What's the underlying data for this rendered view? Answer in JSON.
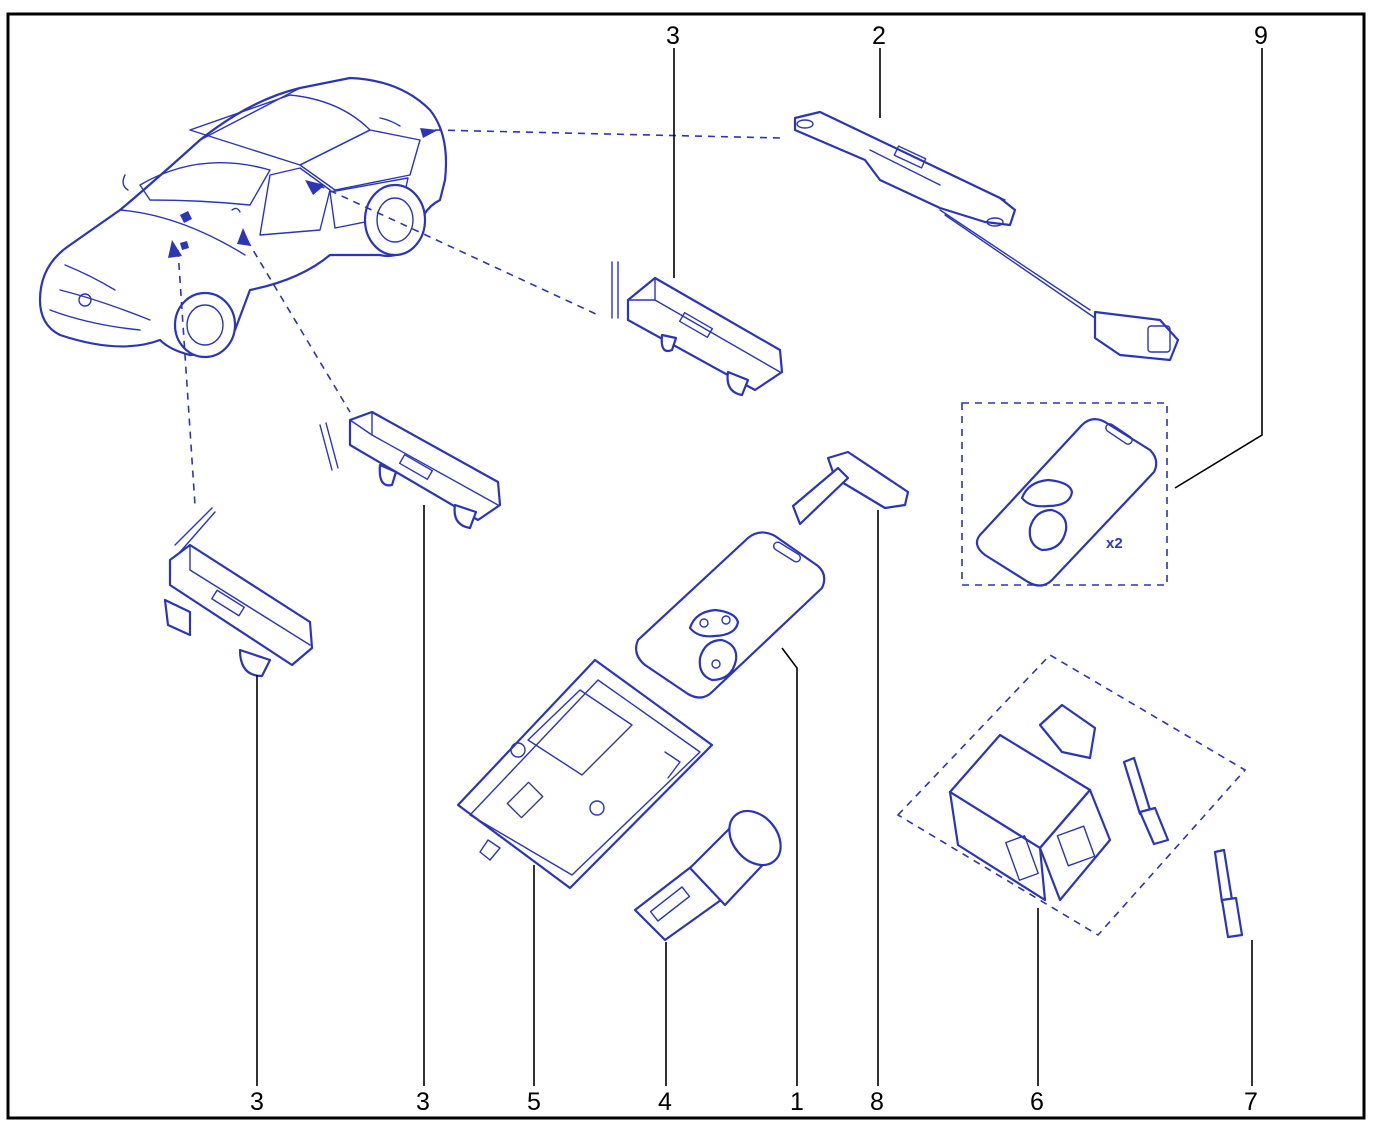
{
  "diagram": {
    "accent_color": "#2a35b8",
    "callouts": {
      "top_3": "3",
      "top_2": "2",
      "top_9": "9",
      "bottom_3a": "3",
      "bottom_3b": "3",
      "bottom_5": "5",
      "bottom_4": "4",
      "bottom_1": "1",
      "bottom_8": "8",
      "bottom_6": "6",
      "bottom_7": "7"
    },
    "quantity_badge": "x2"
  }
}
